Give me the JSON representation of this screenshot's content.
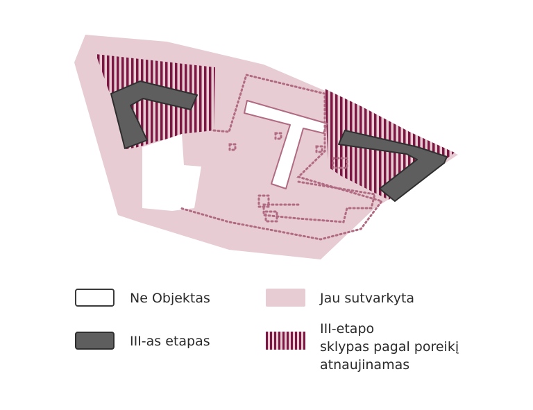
{
  "legend": {
    "not_object": "Ne Objektas",
    "stage3": "III-as etapas",
    "done": "Jau sutvarkyta",
    "stage3_plot_line1": "III-etapo",
    "stage3_plot_line2": "sklypas pagal poreikį",
    "stage3_plot_line3": "atnaujinamas"
  },
  "colors": {
    "site_fill": "#e7ccd3",
    "stripe": "#7b1742",
    "building_dark": "#5e5e5e",
    "building_outline": "#2e2e2e",
    "dotted_outline": "#b06a82",
    "not_object": "#ffffff"
  }
}
